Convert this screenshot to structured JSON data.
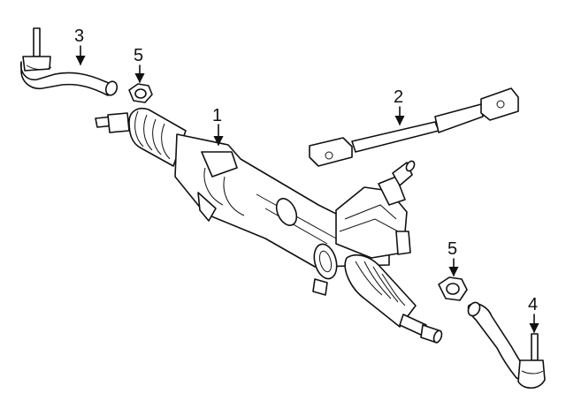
{
  "callouts": {
    "rack_and_pinion": "1",
    "intermediate_shaft": "2",
    "outer_tie_rod_left": "3",
    "outer_tie_rod_right": "4",
    "nut_left": "5",
    "nut_right": "5"
  }
}
